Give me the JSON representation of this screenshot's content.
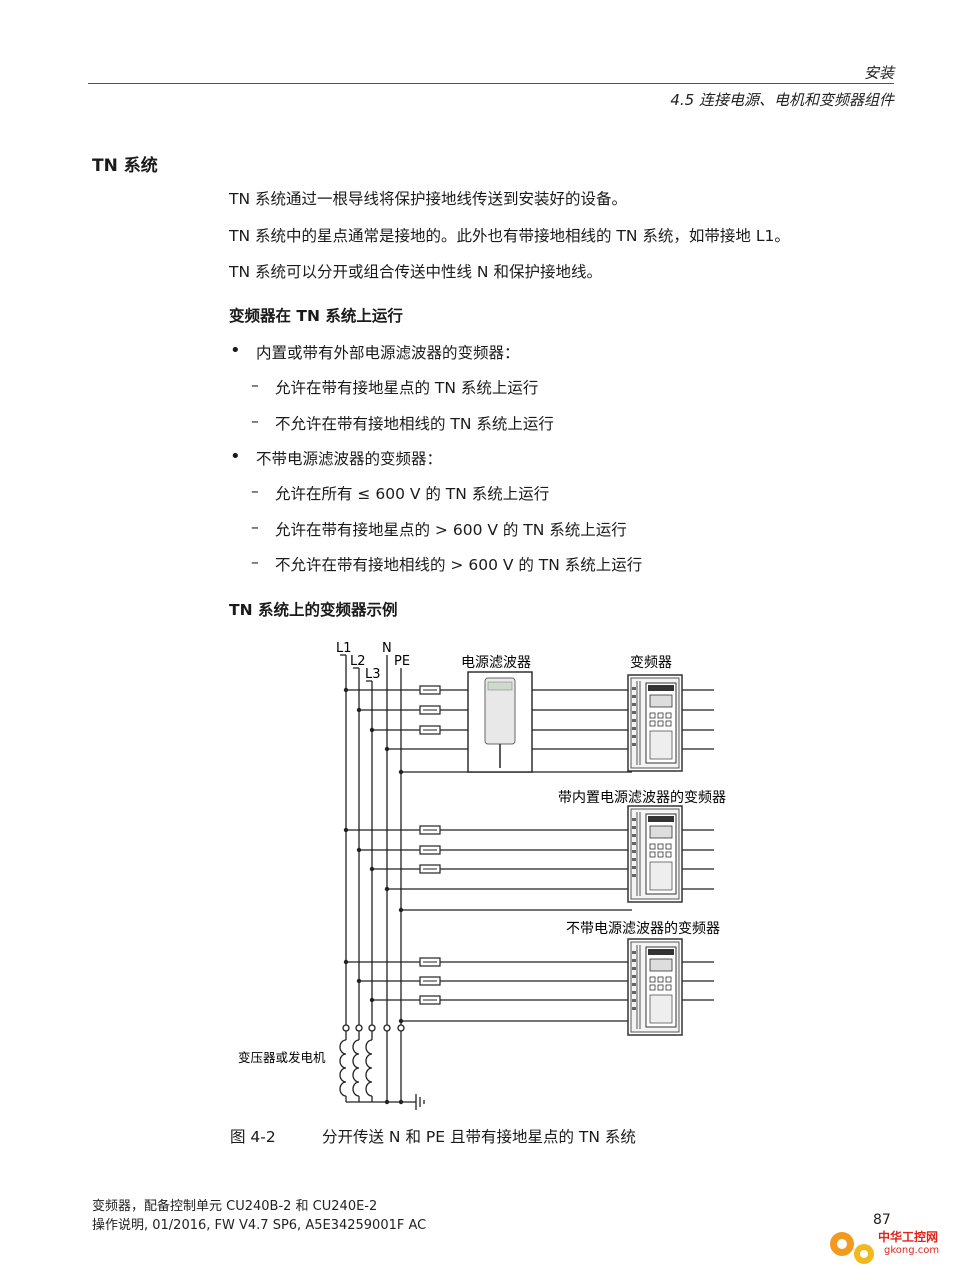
{
  "header": {
    "chapter": "安装",
    "section": "4.5 连接电源、电机和变频器组件"
  },
  "content": {
    "title": "TN 系统",
    "paragraphs": [
      "TN 系统通过一根导线将保护接地线传送到安装好的设备。",
      "TN 系统中的星点通常是接地的。此外也有带接地相线的 TN 系统，如带接地 L1。",
      "TN 系统可以分开或组合传送中性线 N 和保护接地线。"
    ],
    "subheading1": "变频器在 TN 系统上运行",
    "bullets": [
      {
        "text": "内置或带有外部电源滤波器的变频器：",
        "items": [
          "允许在带有接地星点的 TN 系统上运行",
          "不允许在带有接地相线的 TN 系统上运行"
        ]
      },
      {
        "text": "不带电源滤波器的变频器：",
        "items": [
          "允许在所有 ≤ 600 V 的 TN 系统上运行",
          "允许在带有接地星点的 > 600 V 的 TN 系统上运行",
          "不允许在带有接地相线的 > 600 V 的 TN 系统上运行"
        ]
      }
    ],
    "subheading2": "TN 系统上的变频器示例"
  },
  "figure": {
    "line_labels": {
      "l1": "L1",
      "l2": "L2",
      "l3": "L3",
      "n": "N",
      "pe": "PE"
    },
    "filter_label": "电源滤波器",
    "inverter_label": "变频器",
    "inverter_internal_label": "带内置电源滤波器的变频器",
    "inverter_nofilter_label": "不带电源滤波器的变频器",
    "source_label": "变压器或发电机",
    "caption_number": "图 4-2",
    "caption_text": "分开传送 N 和 PE 且带有接地星点的 TN 系统"
  },
  "footer": {
    "line1": "变频器，配备控制单元 CU240B-2 和 CU240E-2",
    "line2": "操作说明, 01/2016, FW V4.7 SP6, A5E34259001F AC",
    "page_number": "87",
    "watermark_main": "中华工控网",
    "watermark_url": "gkong.com"
  }
}
